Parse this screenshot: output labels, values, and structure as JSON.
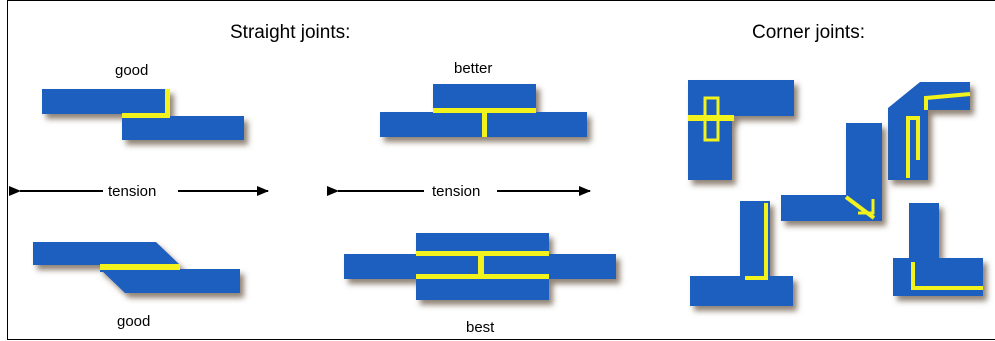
{
  "titles": {
    "straight": "Straight joints:",
    "corner": "Corner joints:"
  },
  "labels": {
    "good_top": "good",
    "better": "better",
    "tension_left": "tension",
    "tension_right": "tension",
    "good_bottom": "good",
    "best": "best"
  },
  "colors": {
    "board": "#1f5fbf",
    "glue": "#f2f21e",
    "shadow": "#7a6a5a",
    "line": "#000000"
  }
}
